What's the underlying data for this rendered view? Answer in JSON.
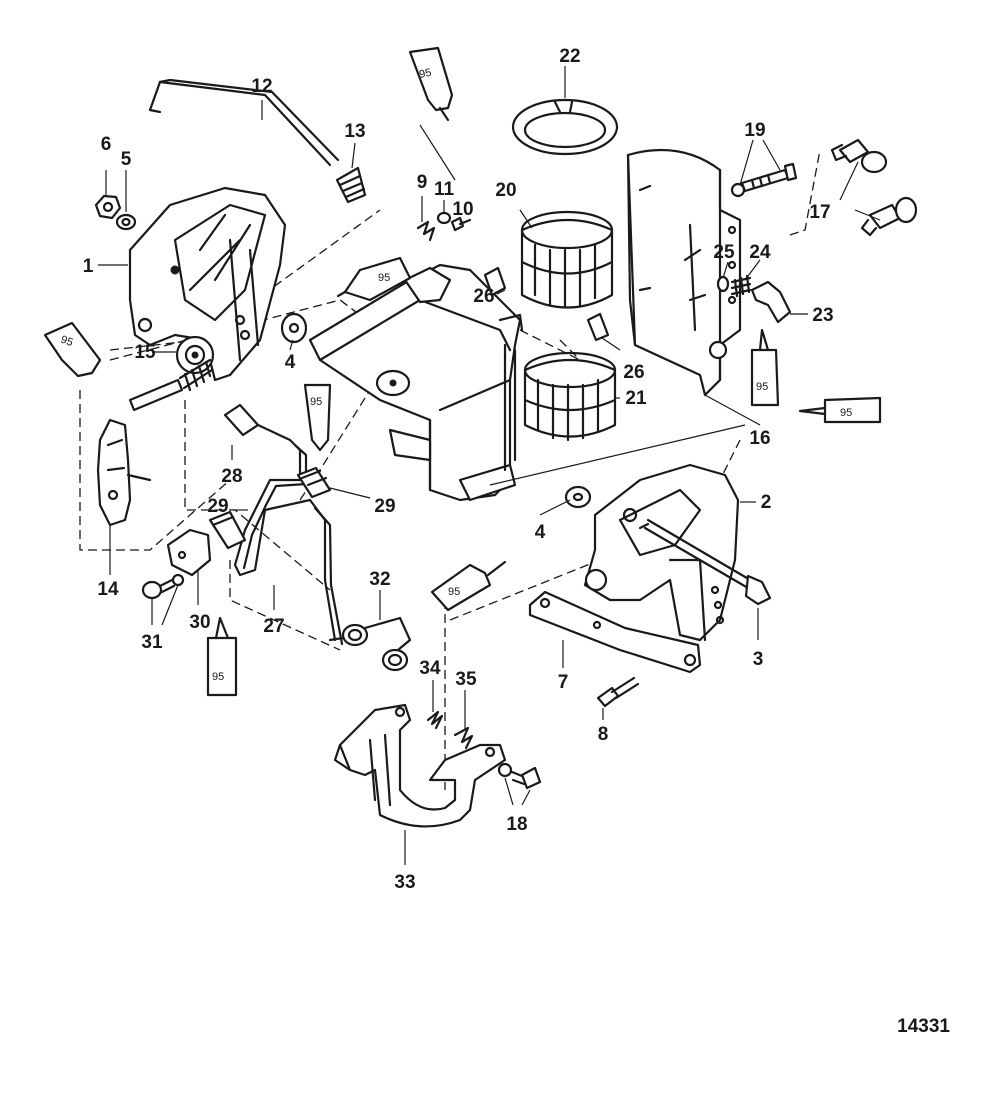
{
  "diagram": {
    "reference_number": "14331",
    "lubricant_tube_label": "95",
    "callouts": {
      "c1": "1",
      "c2": "2",
      "c3": "3",
      "c4a": "4",
      "c4b": "4",
      "c5": "5",
      "c6": "6",
      "c7": "7",
      "c8": "8",
      "c9": "9",
      "c10": "10",
      "c11": "11",
      "c12": "12",
      "c13": "13",
      "c14": "14",
      "c15": "15",
      "c16": "16",
      "c17": "17",
      "c18": "18",
      "c19": "19",
      "c20": "20",
      "c21": "21",
      "c22": "22",
      "c23": "23",
      "c24": "24",
      "c25": "25",
      "c26a": "26",
      "c26b": "26",
      "c27": "27",
      "c28": "28",
      "c29a": "29",
      "c29b": "29",
      "c30": "30",
      "c31": "31",
      "c32": "32",
      "c33": "33",
      "c34": "34",
      "c35": "35"
    }
  }
}
